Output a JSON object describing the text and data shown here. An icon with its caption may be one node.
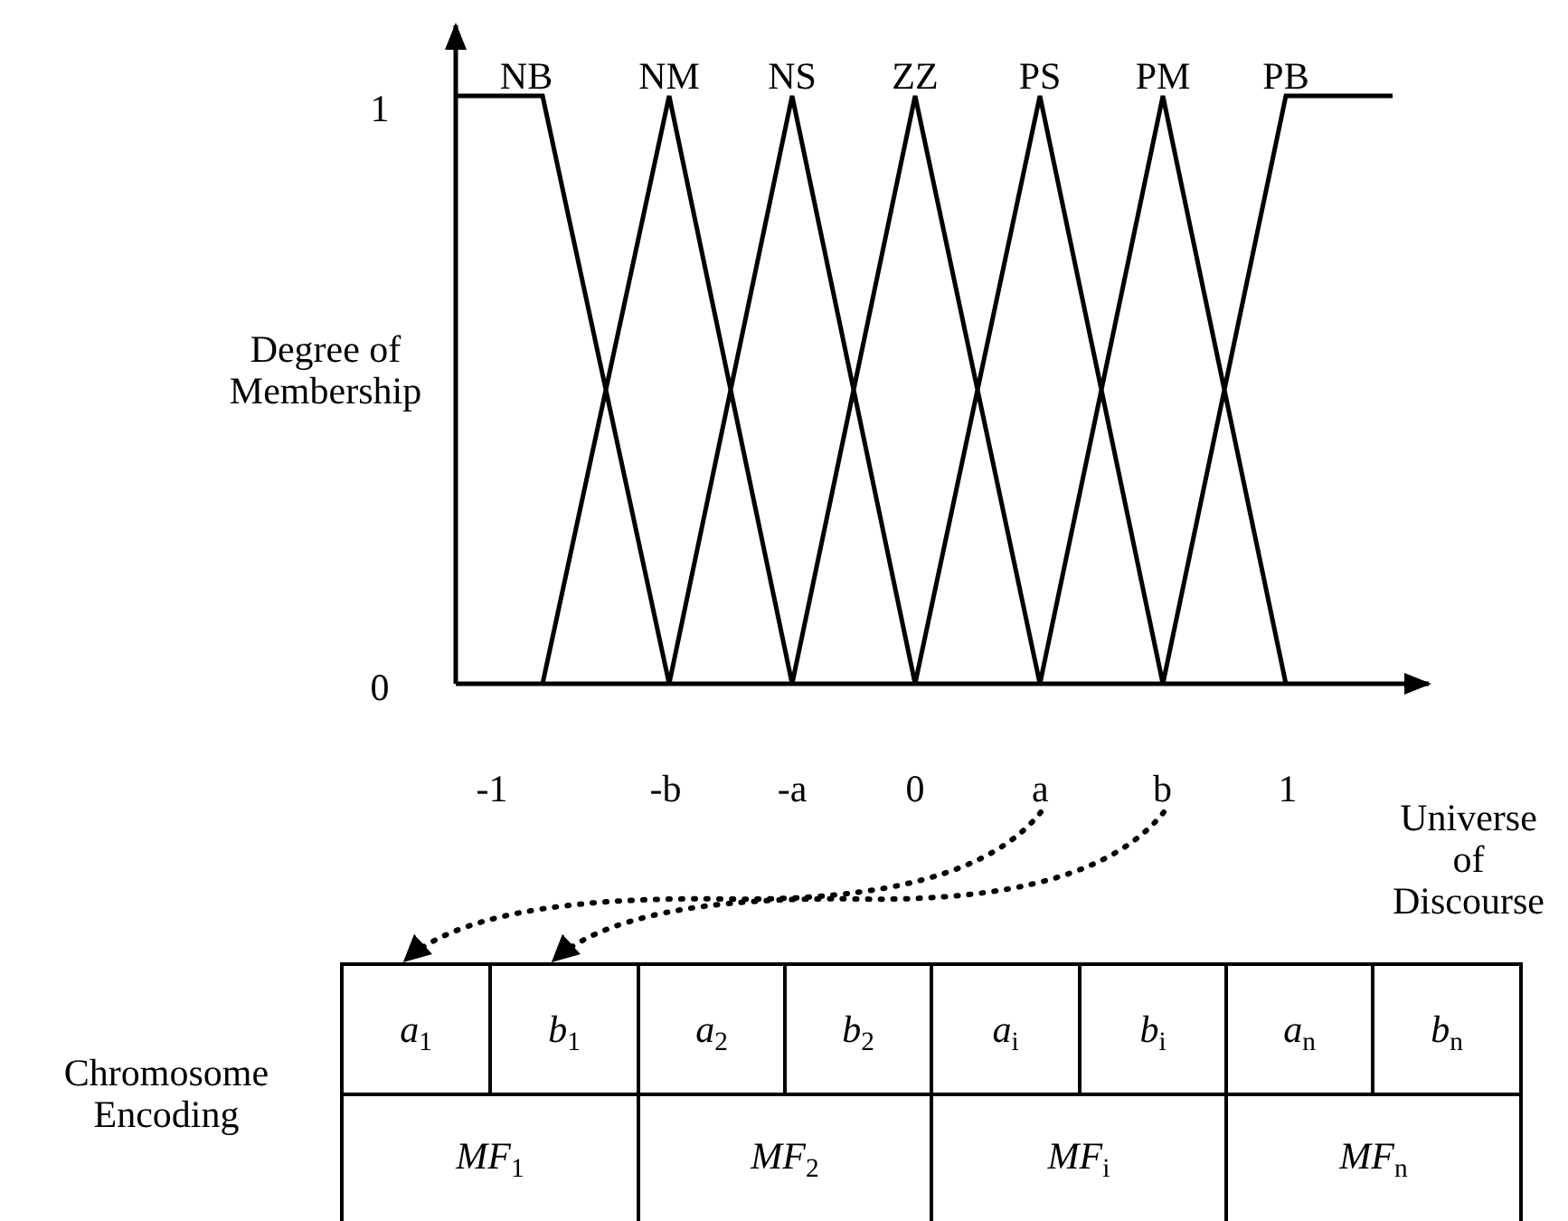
{
  "diagram": {
    "nodes": [
      {
        "text": [
          "a"
        ]
      },
      {
        "text": [
          "b"
        ]
      },
      {
        "text": [
          "*a*$_{1}$"
        ]
      },
      {
        "text": [
          "*b*$_{1}$"
        ]
      },
      {
        "text": [
          "*a*$_{2}$"
        ]
      },
      {
        "text": [
          "*b*$_{2}$"
        ]
      },
      {
        "text": [
          "*a*$_{i}$"
        ]
      },
      {
        "text": [
          "*b*$_{i}$"
        ]
      },
      {
        "text": [
          "*a*$_{n}$"
        ]
      },
      {
        "text": [
          "*b*$_{n}$"
        ]
      },
      {
        "text": [
          "*MF*$_{1}$"
        ]
      },
      {
        "text": [
          "*MF*$_{2}$"
        ]
      },
      {
        "text": [
          "*MF*$_{i}$"
        ]
      },
      {
        "text": [
          "*MF*$_{n}$"
        ]
      }
    ],
    "edges": [
      {
        "from": 0,
        "to": 2,
        "arrow": "to",
        "style": "dashed"
      },
      {
        "from": 1,
        "to": 3,
        "arrow": "to",
        "style": "dashed"
      }
    ],
    "labels": [
      "NB",
      "NM",
      "NS",
      "ZZ",
      "PS",
      "PM",
      "PB",
      "1",
      "Degree of Membership",
      "0",
      "-1",
      "-b",
      "-a",
      "0",
      "1",
      "Universe of Discourse",
      "Chromosome Encoding"
    ]
  }
}
